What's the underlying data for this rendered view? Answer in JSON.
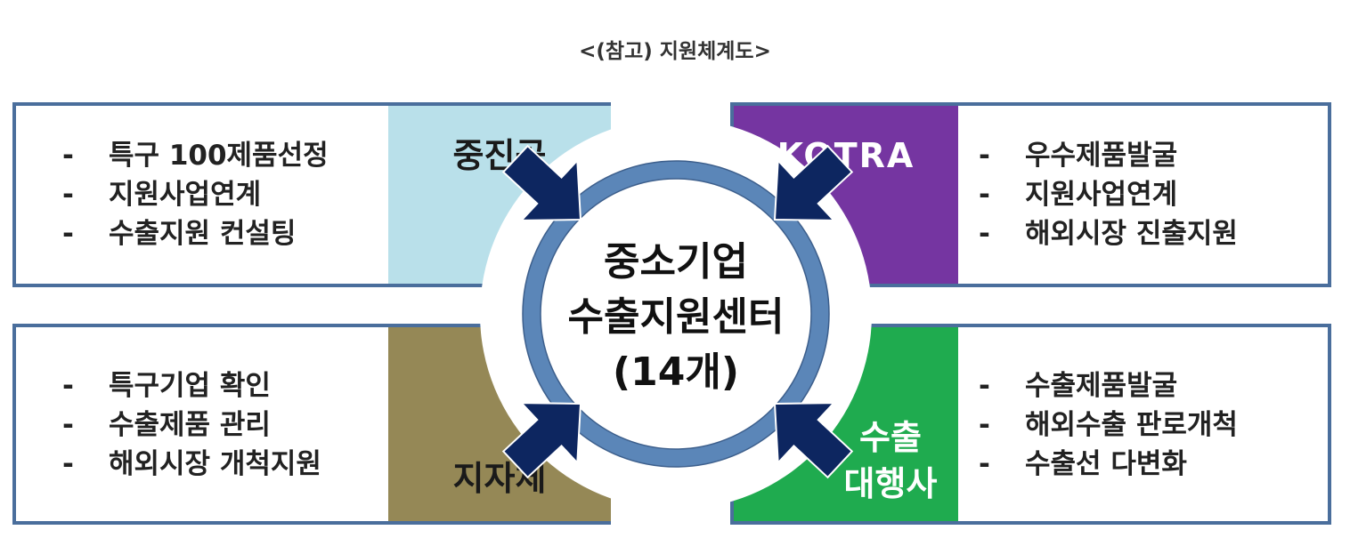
{
  "title": "<(참고) 지원체계도>",
  "center": {
    "line1": "중소기업",
    "line2": "수출지원센터",
    "line3": "(14개)"
  },
  "boxes": {
    "top_left": {
      "label": "중진공",
      "items": [
        "특구 100제품선정",
        "지원사업연계",
        "수출지원 컨설팅"
      ]
    },
    "top_right": {
      "label": "KOTRA",
      "items": [
        "우수제품발굴",
        "지원사업연계",
        "해외시장 진출지원"
      ]
    },
    "bottom_left": {
      "label": "지자체",
      "items": [
        "특구기업 확인",
        "수출제품 관리",
        "해외시장 개척지원"
      ]
    },
    "bottom_right": {
      "label_line1": "수출",
      "label_line2": "대행사",
      "items": [
        "수출제품발굴",
        "해외수출 판로개척",
        "수출선 다변화"
      ]
    }
  },
  "colors": {
    "border": "#4a6e9c",
    "ring": "#5b86b8",
    "arrow": "#0d2660",
    "tl_label": "#b9e0ea",
    "tr_label": "#7535a1",
    "bl_label": "#958856",
    "br_label": "#1fab4f"
  }
}
